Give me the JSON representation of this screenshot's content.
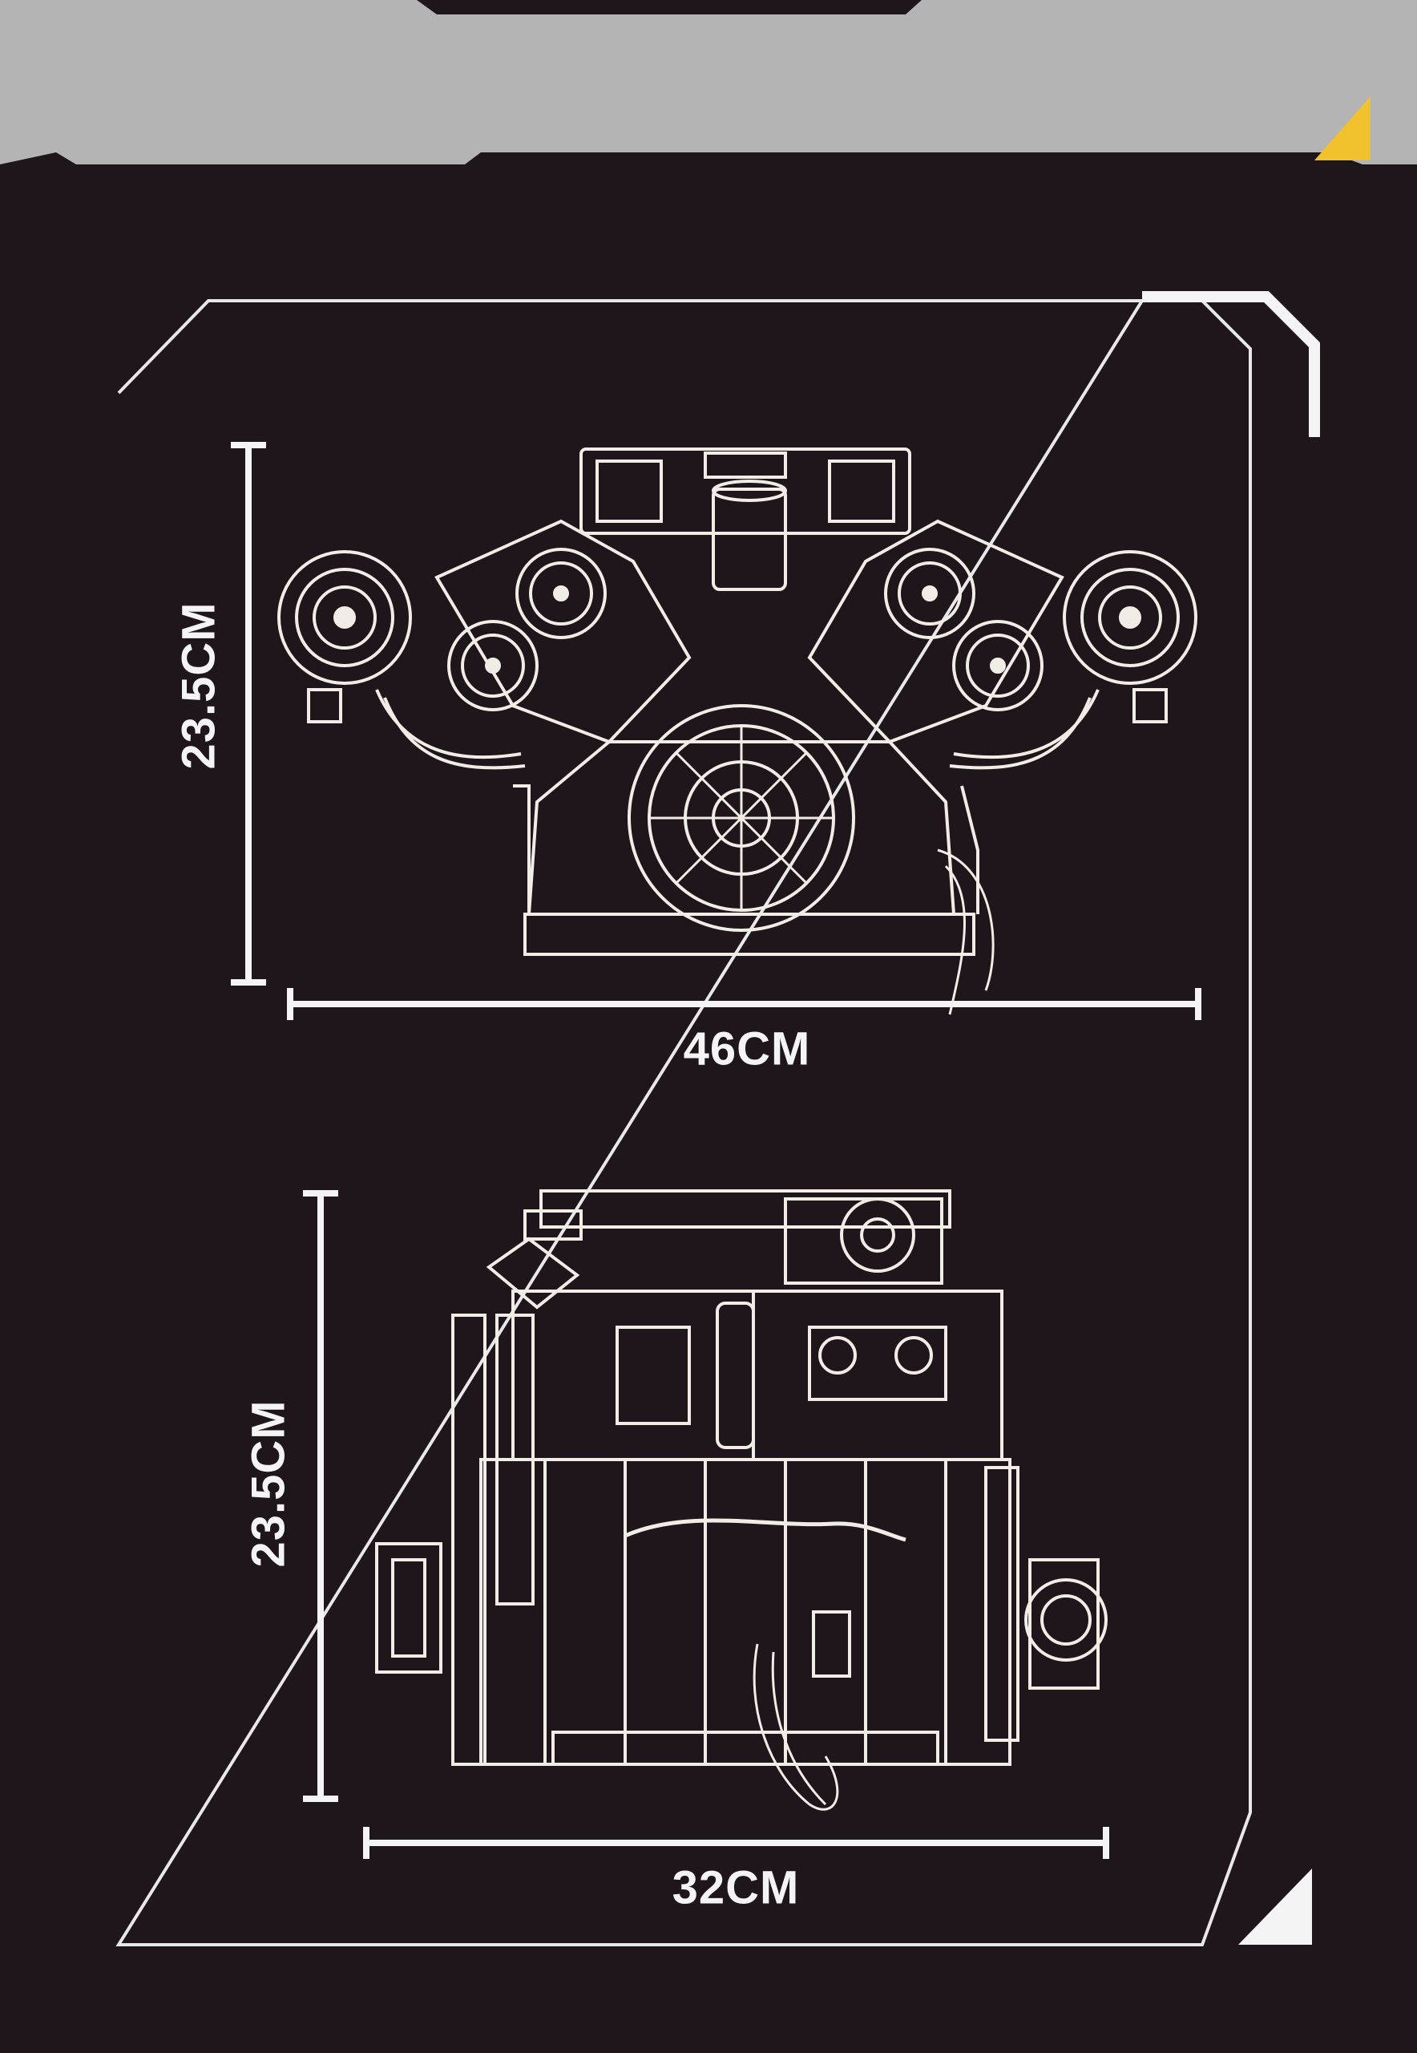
{
  "colors": {
    "background": "#1e161b",
    "header_band": "#b4b4b4",
    "accent": "#f2c12e",
    "line": "#f4f4f4"
  },
  "front_view": {
    "height_label": "23.5CM",
    "width_label": "46CM"
  },
  "side_view": {
    "height_label": "23.5CM",
    "width_label": "32CM"
  }
}
